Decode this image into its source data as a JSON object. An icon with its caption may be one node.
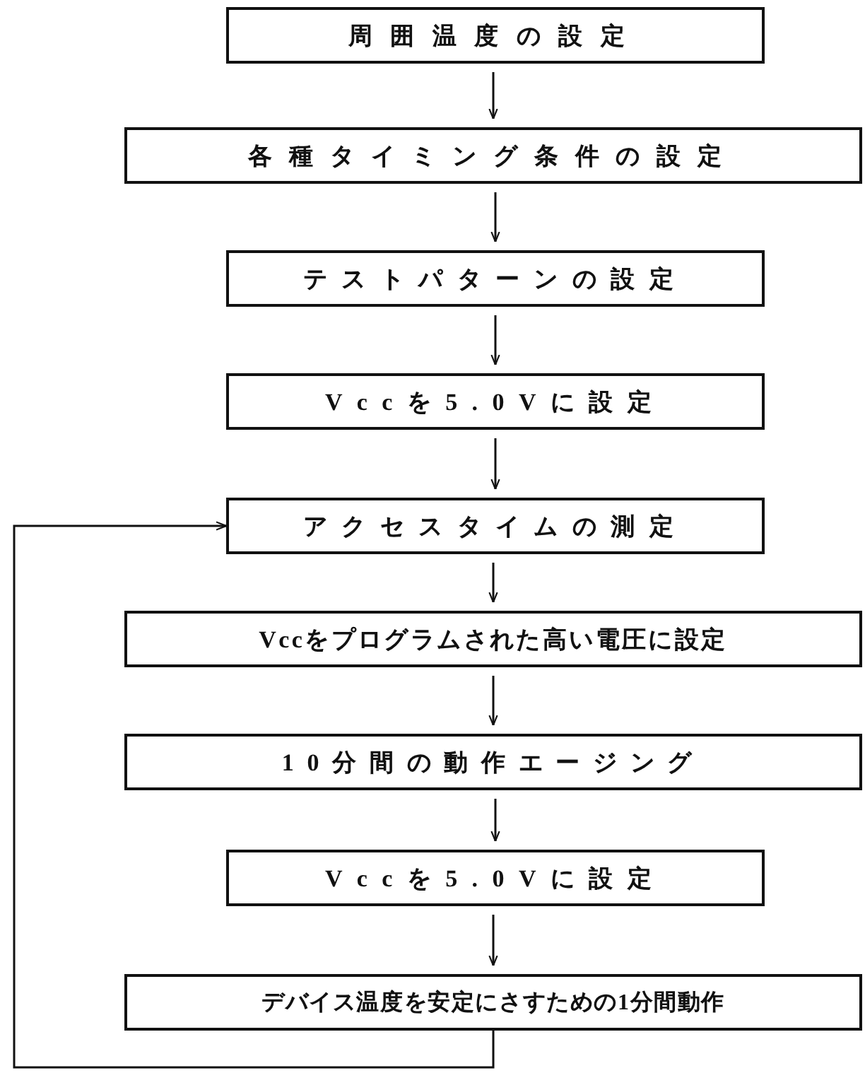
{
  "diagram": {
    "nodes": [
      {
        "text": [
          "周囲温度の設定"
        ]
      },
      {
        "text": [
          "各種タイミング条件の設定"
        ]
      },
      {
        "text": [
          "テストパターンの設定"
        ]
      },
      {
        "text": [
          "Vccを5.0Vに設定"
        ]
      },
      {
        "text": [
          "アクセスタイムの測定"
        ]
      },
      {
        "text": [
          "Vccをプログラムされた高い電圧に設定"
        ]
      },
      {
        "text": [
          "10分間の動作エージング"
        ]
      },
      {
        "text": [
          "Vccを5.0Vに設定"
        ]
      },
      {
        "text": [
          "デバイス温度を安定にさすための1分間動作"
        ]
      }
    ],
    "edges": [
      {
        "from": 0,
        "to": 1,
        "arrow": "to"
      },
      {
        "from": 1,
        "to": 2,
        "arrow": "to"
      },
      {
        "from": 2,
        "to": 3,
        "arrow": "to"
      },
      {
        "from": 3,
        "to": 4,
        "arrow": "to"
      },
      {
        "from": 4,
        "to": 5,
        "arrow": "to"
      },
      {
        "from": 5,
        "to": 6,
        "arrow": "to"
      },
      {
        "from": 6,
        "to": 7,
        "arrow": "to"
      },
      {
        "from": 7,
        "to": 8,
        "arrow": "to"
      },
      {
        "from": 8,
        "to": 4,
        "arrow": "to"
      }
    ]
  }
}
